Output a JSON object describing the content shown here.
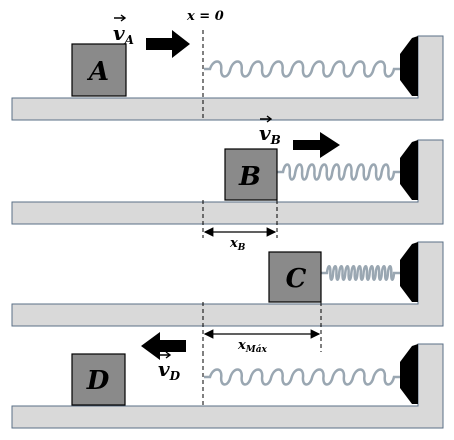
{
  "colors": {
    "ground_fill": "#d9d9d9",
    "ground_stroke": "#5a6f86",
    "block_fill": "#8a8a8a",
    "spring": "#9aa7b2",
    "wall": "#000000",
    "arrow": "#000000"
  },
  "labels": {
    "x_zero": "x = 0",
    "scenes": [
      {
        "block": "A",
        "velocity": "v",
        "velocity_sub": "A",
        "arrow_direction": "right"
      },
      {
        "block": "B",
        "velocity": "v",
        "velocity_sub": "B",
        "arrow_direction": "right",
        "dimension": "x",
        "dimension_sub": "B"
      },
      {
        "block": "C",
        "dimension": "x",
        "dimension_sub": "Máx"
      },
      {
        "block": "D",
        "velocity": "v",
        "velocity_sub": "D",
        "arrow_direction": "left"
      }
    ]
  }
}
